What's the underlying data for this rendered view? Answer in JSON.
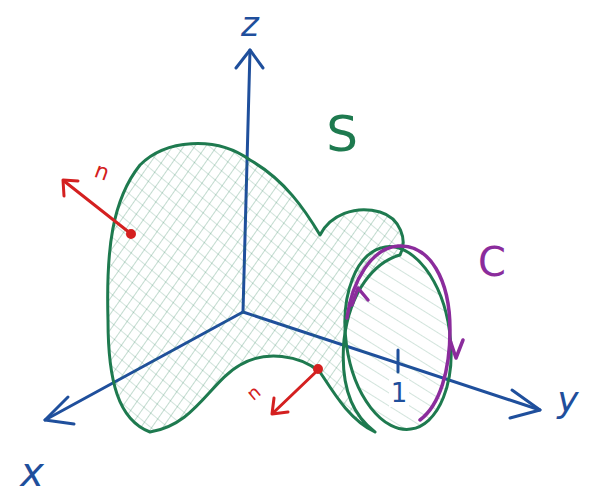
{
  "diagram": {
    "labels": [
      "z",
      "S",
      "n",
      "C",
      "n",
      "1",
      "x",
      "y"
    ]
  }
}
